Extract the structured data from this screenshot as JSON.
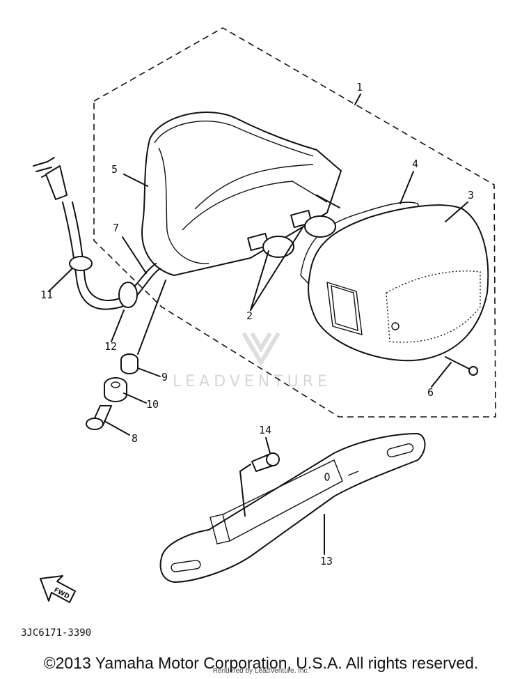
{
  "callouts": {
    "c1": "1",
    "c2": "2",
    "c3": "3",
    "c4": "4",
    "c5": "5",
    "c6": "6",
    "c7": "7",
    "c8": "8",
    "c9": "9",
    "c10": "10",
    "c11": "11",
    "c12": "12",
    "c13": "13",
    "c14": "14"
  },
  "fwd_label": "FWD",
  "watermark": "LEADVENTURE",
  "diagram_code": "3JC6171-3390",
  "copyright": "©2013 Yamaha Motor Corporation, U.S.A. All rights reserved.",
  "rendered_by": "Rendered by LeadVenture, Inc.",
  "colors": {
    "ink": "#111111",
    "background": "#ffffff",
    "watermark": "#d6d6d6"
  }
}
